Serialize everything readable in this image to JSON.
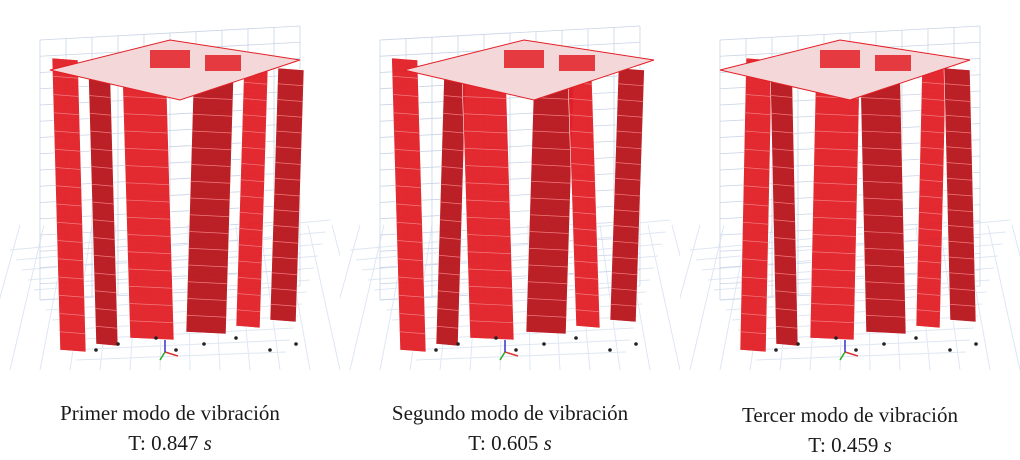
{
  "figure": {
    "colors": {
      "building_face": "#e21f26",
      "building_dark": "#b8151b",
      "building_light": "#f07a7e",
      "grid": "#c9d4e6",
      "ground_grid": "#dfe7f3",
      "slab": "#f4d7d8"
    },
    "panels": [
      {
        "title": "Primer modo de vibración",
        "period_label": "T: 0.847",
        "period_unit": "s",
        "twist": 0
      },
      {
        "title": "Segundo modo de vibración",
        "period_label": "T: 0.605",
        "period_unit": "s",
        "twist": 1
      },
      {
        "title": "Tercer modo de vibración",
        "period_label": "T: 0.459",
        "period_unit": "s",
        "twist": 2
      }
    ]
  }
}
